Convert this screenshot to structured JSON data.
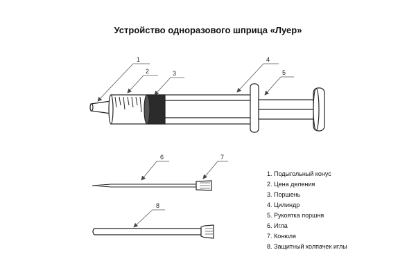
{
  "title": "Устройство одноразового шприца «Луер»",
  "callouts": [
    "1",
    "2",
    "3",
    "4",
    "5",
    "6",
    "7",
    "8"
  ],
  "legend": [
    "1. Подыгольный конус",
    "2. Цена деления",
    "3. Поршень",
    "4. Цилиндр",
    "5. Рукоятка поршня",
    "6. Игла",
    "7. Конюля",
    "8. Защитный колпачек иглы"
  ]
}
